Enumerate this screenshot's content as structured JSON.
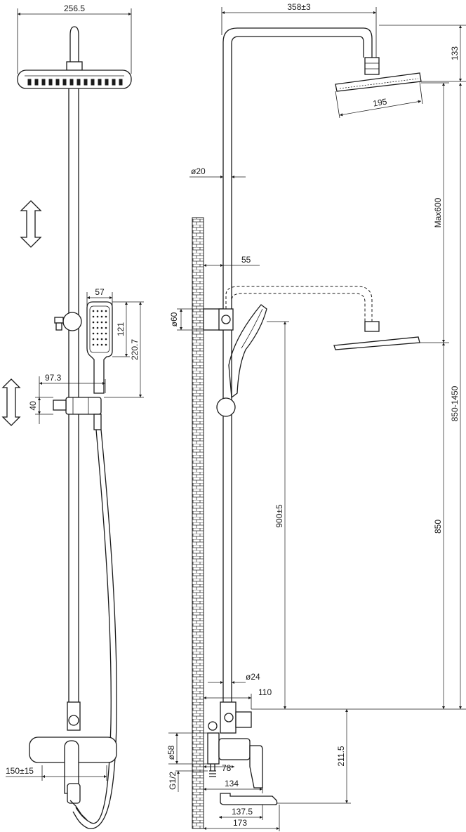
{
  "front_view": {
    "dims": {
      "head_width": "256.5",
      "hand_width": "57",
      "hand_inner": "121",
      "hand_height": "220.7",
      "slider_offset": "97.3",
      "slider_height": "40",
      "spout_offset": "150±15"
    }
  },
  "side_view": {
    "dims": {
      "arm_reach": "358±3",
      "head_drop": "133",
      "head_diameter": "195",
      "pipe_dia": "ø20",
      "wall_gap": "55",
      "bracket_dia": "ø60",
      "slider_travel": "Max600",
      "range": "850-1450",
      "hand_height": "900±5",
      "mixer_height": "850",
      "lower_pipe_dia": "ø24",
      "mixer_depth": "110",
      "connector_dia": "ø58",
      "thread": "G1/2",
      "connector_len": "78",
      "body_len": "134",
      "spout_height": "211.5",
      "spout_len": "137.5",
      "total_len": "173"
    }
  }
}
